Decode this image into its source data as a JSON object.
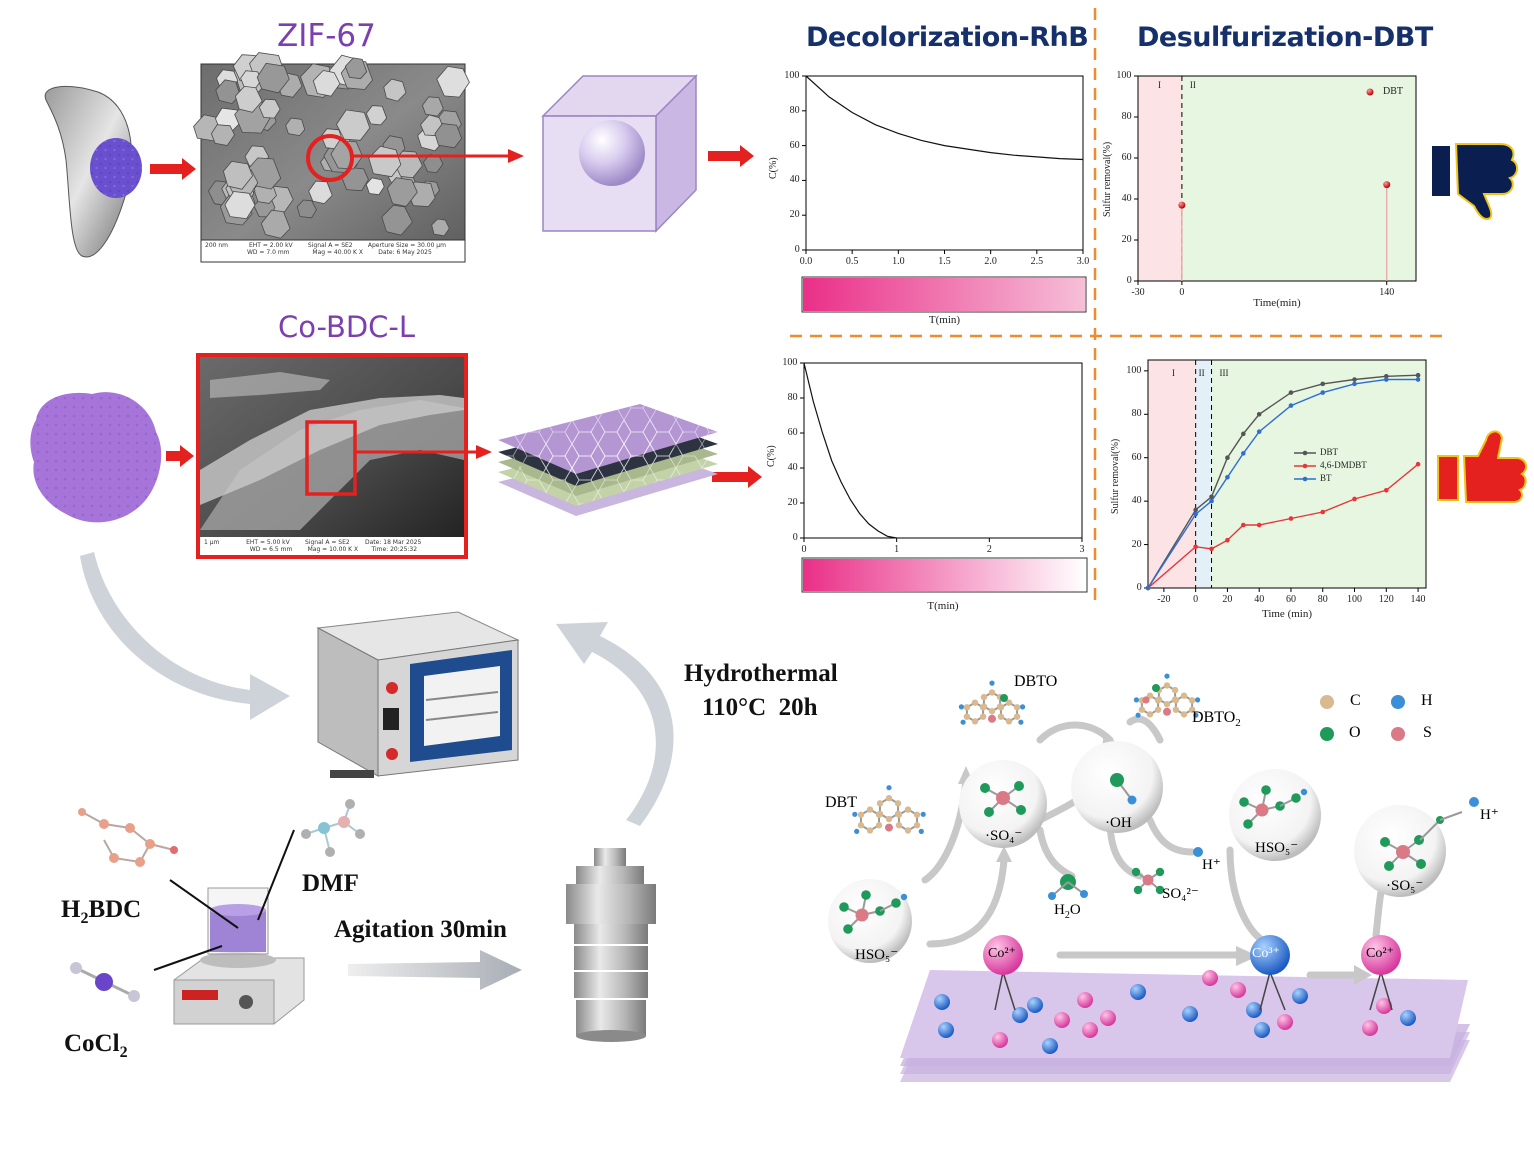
{
  "labels": {
    "zif67": "ZIF-67",
    "cobdc": "Co-BDC-L",
    "decolorization_title": "Decolorization-RhB",
    "desulfurization_title": "Desulfurization-DBT",
    "hydrothermal_line1": "Hydrothermal",
    "hydrothermal_line2": "110°C  20h",
    "agitation": "Agitation 30min",
    "h2bdc_main": "H",
    "h2bdc_sub": "2",
    "h2bdc_rest": "BDC",
    "dmf": "DMF",
    "cocl2_main": "CoCl",
    "cocl2_sub": "2"
  },
  "sem_zif": {
    "row1": [
      "200 nm",
      "EHT = 2.00 kV",
      "Signal A = SE2",
      "Aperture Size = 30.00 µm"
    ],
    "row2": [
      "WD = 7.0 mm",
      "Mag = 40.00 K X",
      "Date: 6 May 2025"
    ]
  },
  "sem_cobdc": {
    "row1": [
      "1 µm",
      "EHT = 5.00 kV",
      "Signal A = SE2",
      "Date: 18 Mar 2025"
    ],
    "row2": [
      "WD = 6.5 mm",
      "Mag = 10.00 K X",
      "Time: 20:25:32"
    ]
  },
  "mechanism": {
    "dbto": "DBTO",
    "dbto2_main": "DBTO",
    "dbto2_sub": "2",
    "dbt": "DBT",
    "h2o_main": "H",
    "h2o_sub": "2",
    "h2o_rest": "O",
    "hplus_1": "H⁺",
    "hplus_2": "H⁺",
    "so4_radical": "·SO₄⁻",
    "oh_radical": "·OH",
    "so4_ion": "SO₄²⁻",
    "hso5_1": "HSO₅⁻",
    "hso5_2": "HSO₅⁻",
    "so5_radical": "·SO₅⁻",
    "co2_a": "Co²⁺",
    "co3": "Co³⁺",
    "co2_b": "Co²⁺",
    "legend": [
      {
        "symbol": "C",
        "color": "#d9b98f"
      },
      {
        "symbol": "H",
        "color": "#3a8fd6"
      },
      {
        "symbol": "O",
        "color": "#1f9a5a"
      },
      {
        "symbol": "S",
        "color": "#d97a86"
      }
    ]
  },
  "chart_data": [
    {
      "type": "line",
      "ylabel": "C(%)",
      "xlabel": "T(min)",
      "xlim": [
        0,
        3
      ],
      "ylim": [
        0,
        100
      ],
      "xticks": [
        "0.0",
        "0.5",
        "1.0",
        "1.5",
        "2.0",
        "2.5",
        "3.0"
      ],
      "yticks": [
        "0",
        "20",
        "40",
        "60",
        "80",
        "100"
      ],
      "series": [
        {
          "x": [
            0,
            0.25,
            0.5,
            0.75,
            1.0,
            1.25,
            1.5,
            1.75,
            2.0,
            2.25,
            2.5,
            2.75,
            3.0
          ],
          "values": [
            100,
            88,
            79,
            72,
            67,
            63,
            60,
            58,
            56,
            54.5,
            53.5,
            52.5,
            52
          ]
        }
      ],
      "colorbar": true,
      "colorbar_colors": [
        "#ea2f88",
        "#f6bfd8"
      ]
    },
    {
      "type": "scatter",
      "ylabel": "Sulfur removal(%)",
      "xlabel": "Time(min)",
      "xlim": [
        -30,
        160
      ],
      "ylim": [
        0,
        100
      ],
      "xticks": [
        "-30",
        "0",
        "140"
      ],
      "xtick_values": [
        -30,
        0,
        140
      ],
      "yticks": [
        "0",
        "20",
        "40",
        "60",
        "80",
        "100"
      ],
      "regions": [
        "I",
        "II"
      ],
      "boundary": 0,
      "series": [
        {
          "name": "DBT",
          "x": [
            0,
            140
          ],
          "values": [
            37,
            47
          ],
          "color": "#d81f1f"
        }
      ]
    },
    {
      "type": "line",
      "ylabel": "C(%)",
      "xlabel": "T(min)",
      "xlim": [
        0,
        3
      ],
      "ylim": [
        0,
        100
      ],
      "xticks": [
        "0",
        "1",
        "2",
        "3"
      ],
      "yticks": [
        "0",
        "20",
        "40",
        "60",
        "80",
        "100"
      ],
      "series": [
        {
          "x": [
            0,
            0.1,
            0.2,
            0.3,
            0.4,
            0.5,
            0.6,
            0.7,
            0.8,
            0.9,
            1.0
          ],
          "values": [
            100,
            78,
            60,
            44,
            32,
            22,
            14,
            8,
            4,
            1,
            0
          ]
        }
      ],
      "colorbar": true,
      "colorbar_colors": [
        "#ea2f88",
        "#ffffff"
      ]
    },
    {
      "type": "line",
      "ylabel": "Sulfur removal(%)",
      "xlabel": "Time (min)",
      "xlim": [
        -30,
        145
      ],
      "ylim": [
        0,
        105
      ],
      "xticks": [
        "-20",
        "0",
        "20",
        "40",
        "60",
        "80",
        "100",
        "120",
        "140"
      ],
      "xtick_values": [
        -20,
        0,
        20,
        40,
        60,
        80,
        100,
        120,
        140
      ],
      "yticks": [
        "0",
        "20",
        "40",
        "60",
        "80",
        "100"
      ],
      "regions": [
        "I",
        "II",
        "III"
      ],
      "boundaries": [
        0,
        10
      ],
      "series": [
        {
          "name": "DBT",
          "color": "#555555",
          "x": [
            -30,
            0,
            10,
            20,
            30,
            40,
            60,
            80,
            100,
            120,
            140
          ],
          "values": [
            0,
            36,
            42,
            60,
            71,
            80,
            90,
            94,
            96,
            97.5,
            98
          ]
        },
        {
          "name": "4,6-DMDBT",
          "color": "#e8353a",
          "x": [
            -30,
            0,
            10,
            20,
            30,
            40,
            60,
            80,
            100,
            120,
            140
          ],
          "values": [
            0,
            19,
            18,
            22,
            29,
            29,
            32,
            35,
            41,
            45,
            57
          ]
        },
        {
          "name": "BT",
          "color": "#2f6fd0",
          "x": [
            -30,
            0,
            10,
            20,
            30,
            40,
            60,
            80,
            100,
            120,
            140
          ],
          "values": [
            0,
            34,
            40,
            51,
            62,
            72,
            84,
            90,
            94,
            96,
            96
          ]
        }
      ]
    }
  ]
}
